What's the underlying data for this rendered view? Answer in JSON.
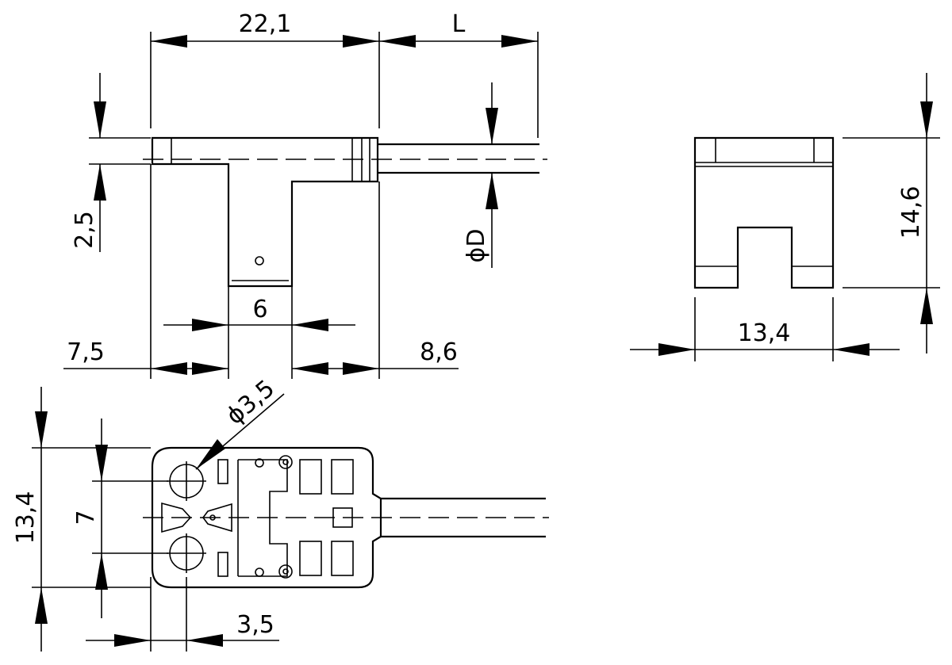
{
  "dimensions": {
    "top_width": "22,1",
    "cable_length": "L",
    "flange_height": "2,5",
    "cable_diameter": "ϕD",
    "tab_width": "6",
    "left_offset": "7,5",
    "right_offset": "8,6",
    "side_height": "14,6",
    "side_width": "13,4",
    "hole_diameter": "ϕ3,5",
    "bottom_height": "13,4",
    "hole_spacing": "7",
    "hole_offset": "3,5"
  }
}
